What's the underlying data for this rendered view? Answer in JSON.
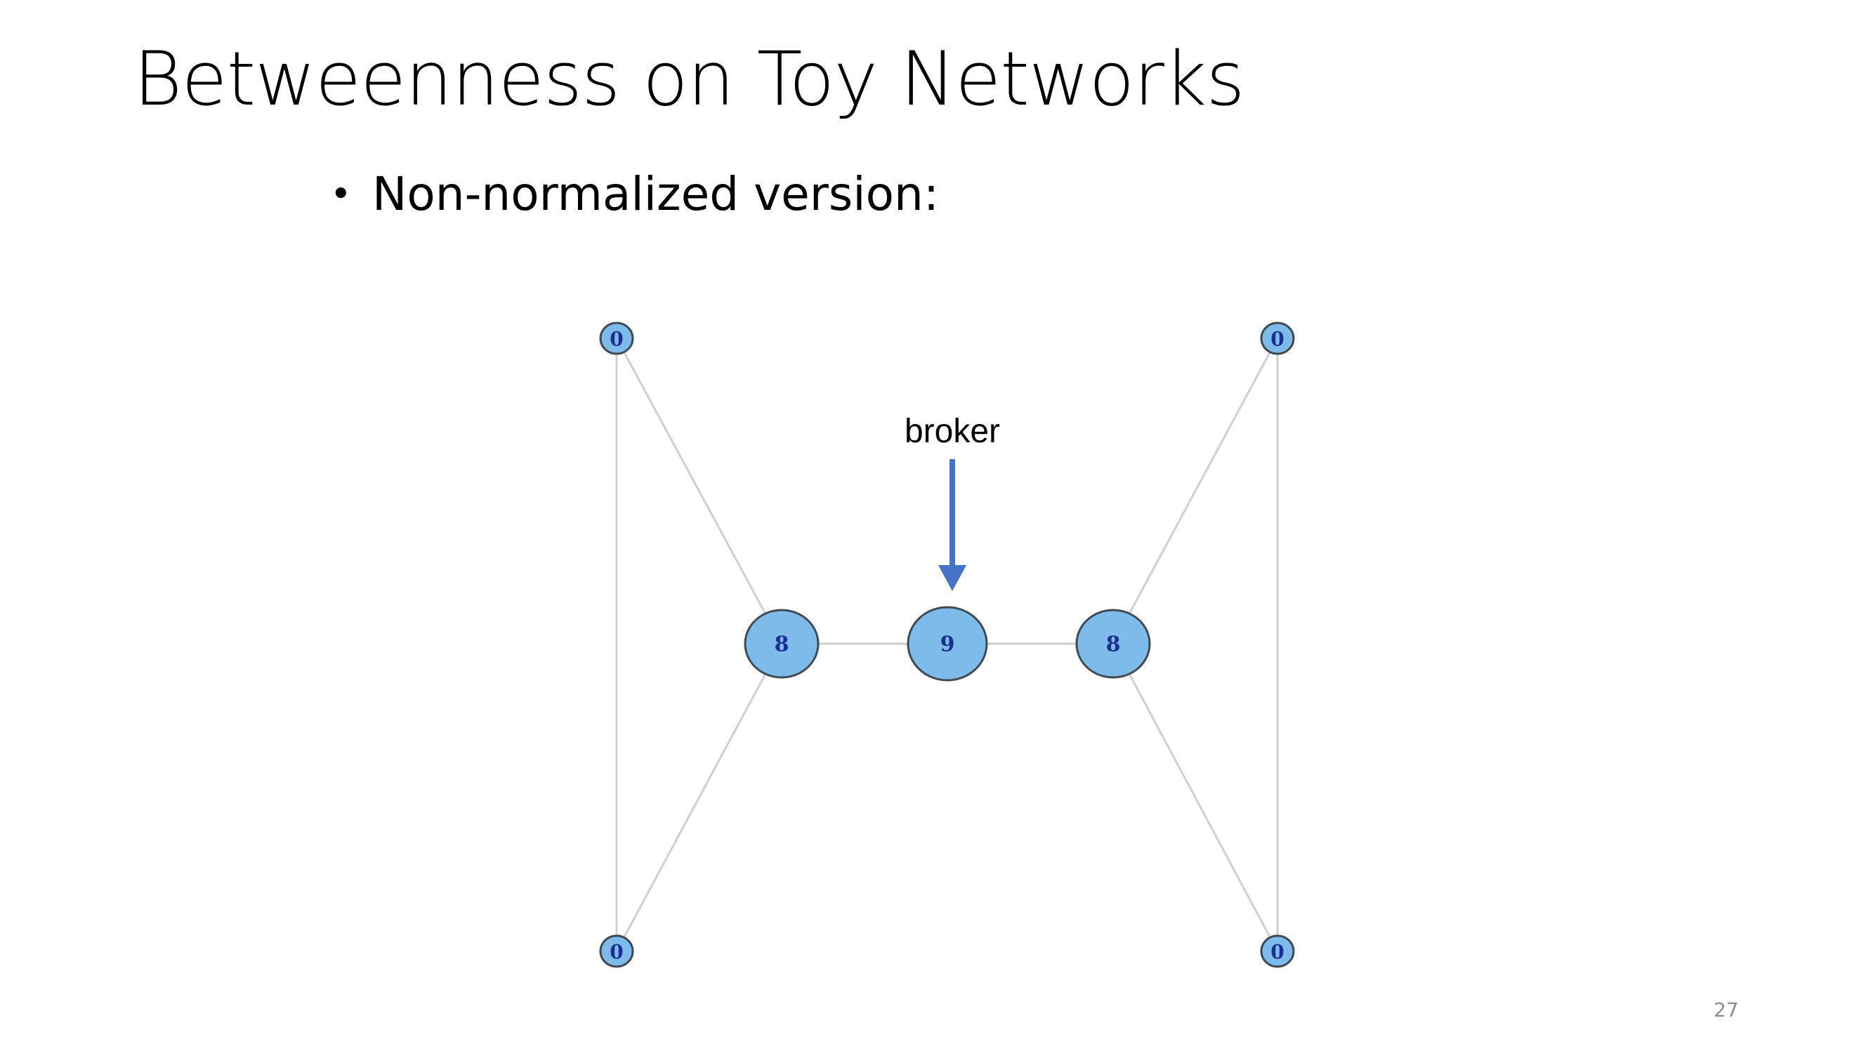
{
  "slide": {
    "title": "Betweenness on Toy Networks",
    "bullet": "Non-normalized version:",
    "page_number": "27"
  },
  "diagram": {
    "annotation": "broker",
    "annotation_color": "#4472c4",
    "node_fill": "#7dbcea",
    "edge_color": "#cfcfcf",
    "nodes": {
      "top_left": "0",
      "bottom_left": "0",
      "left_hub": "8",
      "center": "9",
      "right_hub": "8",
      "top_right": "0",
      "bottom_right": "0"
    }
  }
}
